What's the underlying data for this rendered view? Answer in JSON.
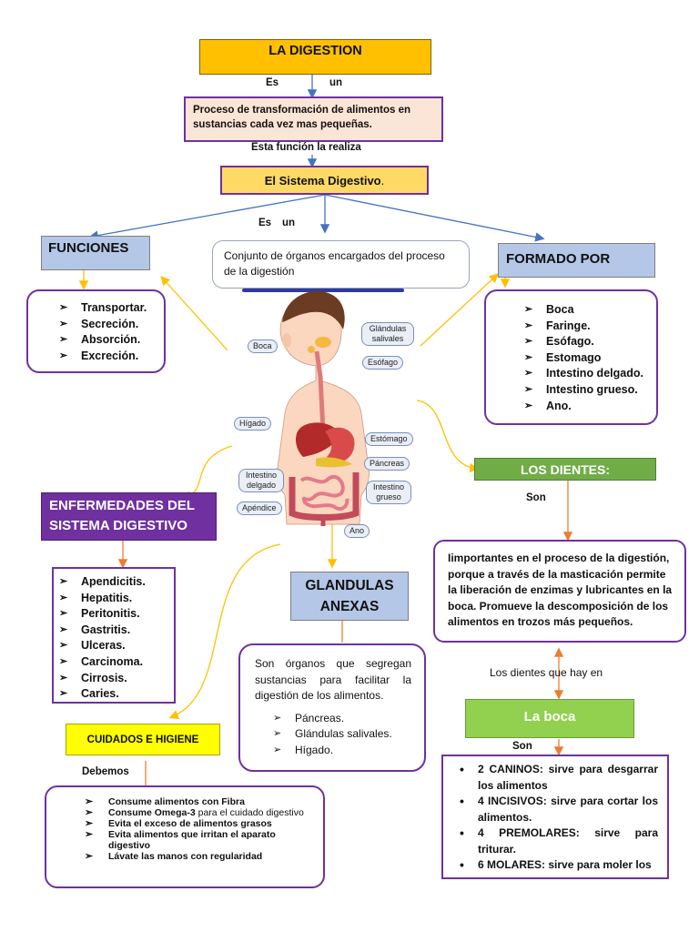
{
  "title": "LA DIGESTION",
  "connector_es_un_1": {
    "es": "Es",
    "un": "un"
  },
  "definition": "Proceso de transformación de alimentos en sustancias cada vez mas pequeñas.",
  "connector_funcion": "Esta función la realiza",
  "system": {
    "label": "El Sistema Digestivo",
    "dot": "."
  },
  "connector_es_un_2": {
    "es": "Es",
    "un": "un"
  },
  "system_definition": "Conjunto de órganos encargados del proceso de la digestión",
  "funciones": {
    "title": "FUNCIONES",
    "items": [
      "Transportar.",
      "Secreción.",
      "Absorción.",
      "Excreción."
    ]
  },
  "formado_por": {
    "title": "FORMADO POR",
    "items": [
      "Boca",
      "Faringe.",
      "Esófago.",
      "Estomago",
      "Intestino delgado.",
      "Intestino grueso.",
      "Ano."
    ]
  },
  "diagram_labels": {
    "boca": "Boca",
    "glandulas": "Glándulas salivales",
    "esofago": "Esófago",
    "higado": "Hígado",
    "estomago": "Estómago",
    "pancreas": "Páncreas",
    "intestino_delgado": "Intestino delgado",
    "intestino_grueso": "Intestino grueso",
    "apendice": "Apéndice",
    "ano": "Ano"
  },
  "los_dientes": {
    "title": "LOS DIENTES:",
    "connector": "Son",
    "description": "Iimportantes en el proceso de la digestión, porque a través de la masticación permite la liberación de enzimas y lubricantes en la boca. Promueve la descomposición de los alimentos en trozos más pequeños."
  },
  "enfermedades": {
    "title": "ENFERMEDADES DEL SISTEMA DIGESTIVO",
    "items": [
      "Apendicitis.",
      "Hepatitis.",
      "Peritonitis.",
      "Gastritis.",
      "Ulceras.",
      "Carcinoma.",
      "Cirrosis.",
      "Caries."
    ]
  },
  "glandulas": {
    "title": "GLANDULAS ANEXAS",
    "description": "Son órganos que segregan sustancias para facilitar la digestión de los alimentos.",
    "items": [
      "Páncreas.",
      "Glándulas salivales.",
      "Hígado."
    ]
  },
  "dientes_boca": {
    "connector": "Los dientes que hay en",
    "title": "La boca",
    "connector_son": "Son",
    "items": [
      "2 CANINOS: sirve para desgarrar los alimentos",
      "4 INCISIVOS: sirve para cortar los alimentos.",
      "4 PREMOLARES: sirve para triturar.",
      "6 MOLARES: sirve para moler los"
    ]
  },
  "cuidados": {
    "title": "CUIDADOS E HIGIENE",
    "connector": "Debemos",
    "items": [
      {
        "bold": "Consume alimentos con Fibra",
        "rest": ""
      },
      {
        "bold": "Consume Omega-3",
        "rest": " para el cuidado digestivo"
      },
      {
        "bold": "Evita el exceso de alimentos grasos",
        "rest": ""
      },
      {
        "bold": "Evita alimentos que irritan el aparato digestivo",
        "rest": ""
      },
      {
        "bold": "Lávate las manos con regularidad",
        "rest": ""
      }
    ]
  },
  "colors": {
    "title_bg": "#ffc000",
    "purple_border": "#7030a0",
    "blue_box": "#b4c7e7",
    "green_box": "#70ad47",
    "yellow_box": "#ffff00",
    "system_bg": "#ffd966",
    "pink_bg": "#fbe5d6",
    "enf_bg": "#7030a0",
    "blue_arrow": "#4472c4",
    "orange_arrow": "#ed7d31",
    "yellow_arrow": "#ffc000"
  }
}
